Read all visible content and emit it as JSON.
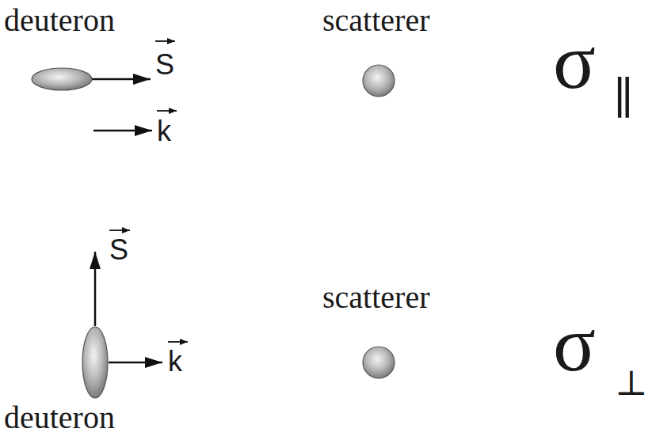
{
  "diagram": {
    "nodes": [
      {
        "text": [
          "deuteron"
        ]
      },
      {
        "text": [
          "scatterer"
        ]
      },
      {
        "text": [
          "scatterer"
        ]
      },
      {
        "text": [
          "deuteron"
        ]
      }
    ],
    "labels": [
      "S",
      "k",
      "σ",
      "∥",
      "S",
      "k",
      "σ",
      "⊥"
    ]
  }
}
